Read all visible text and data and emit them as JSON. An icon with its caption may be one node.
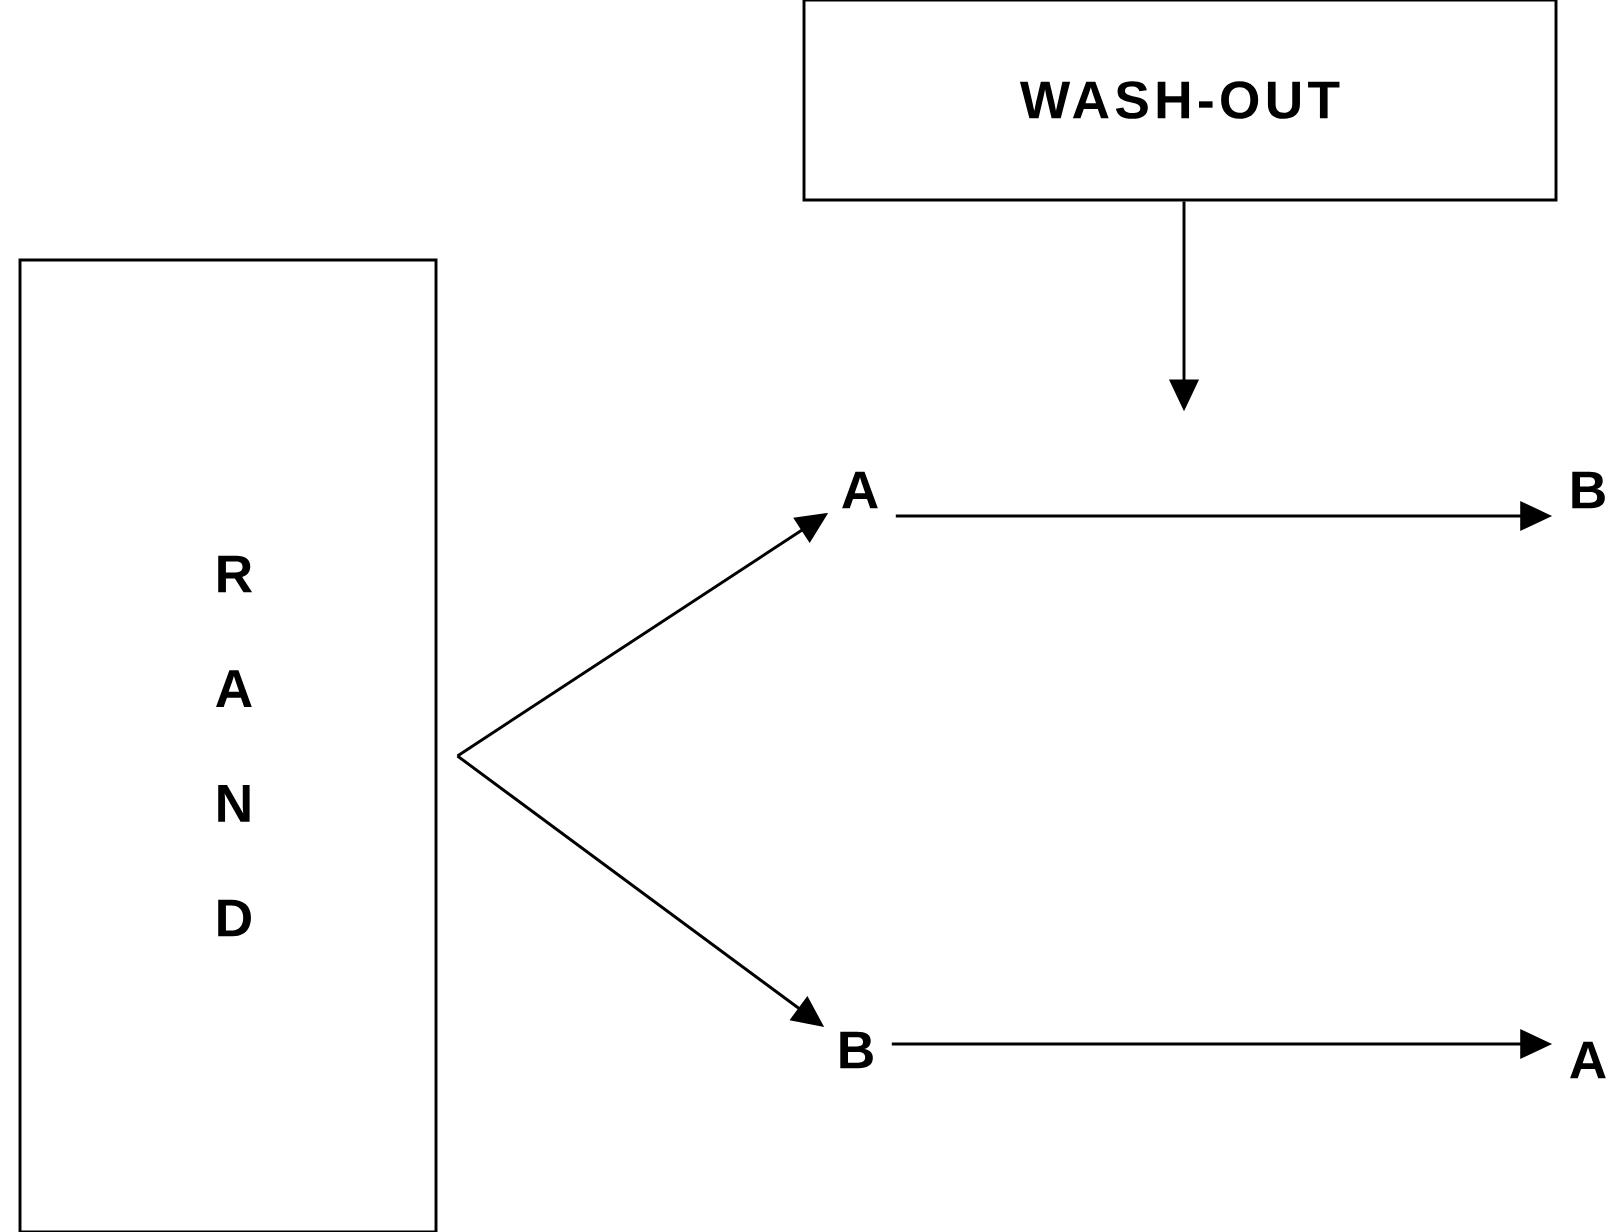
{
  "diagram": {
    "nodes": [
      {
        "text": [
          "R A N D"
        ]
      },
      {
        "text": [
          "WASH-OUT"
        ]
      },
      {
        "text": [
          "A"
        ]
      },
      {
        "text": [
          "B"
        ]
      },
      {
        "text": [
          "B"
        ]
      },
      {
        "text": [
          "A"
        ]
      }
    ],
    "edges": [
      {
        "from": 0,
        "to": 2,
        "arrow": "to"
      },
      {
        "from": 0,
        "to": 4,
        "arrow": "to"
      },
      {
        "from": 1,
        "to": null,
        "arrow": "to"
      },
      {
        "from": 2,
        "to": 3,
        "arrow": "to"
      },
      {
        "from": 4,
        "to": 5,
        "arrow": "to"
      }
    ]
  }
}
